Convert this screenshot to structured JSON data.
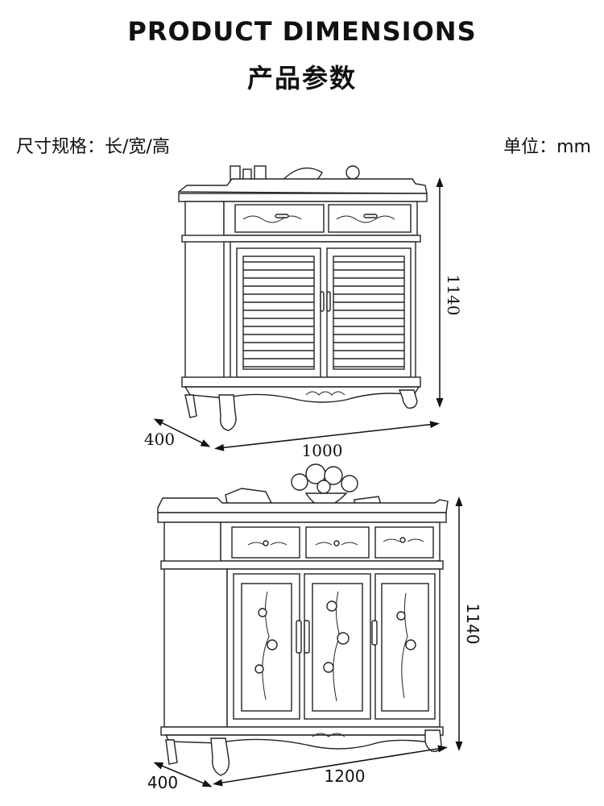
{
  "header": {
    "title_en": "PRODUCT DIMENSIONS",
    "title_cn": "产品参数"
  },
  "specs": {
    "size_label": "尺寸规格：长/宽/高",
    "unit_label": "单位：mm"
  },
  "cabinet_1": {
    "height": "1140",
    "depth": "400",
    "width": "1000"
  },
  "cabinet_2": {
    "height": "1140",
    "depth": "400",
    "width": "1200"
  }
}
